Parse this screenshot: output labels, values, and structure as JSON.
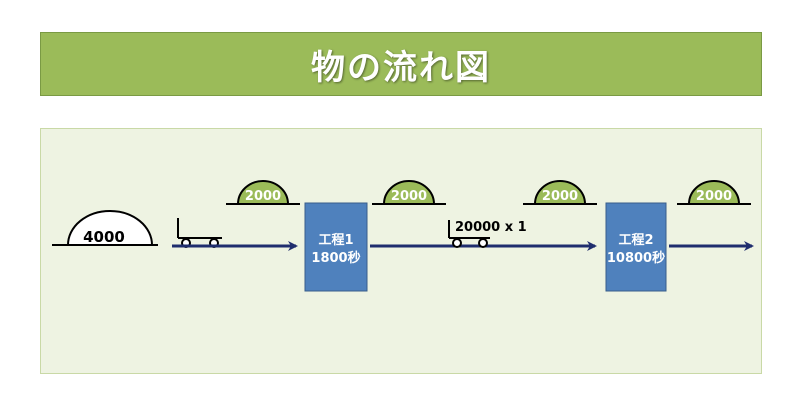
{
  "title": "物の流れ図",
  "colors": {
    "banner": "#9bbb59",
    "panel": "#eef3e2",
    "process_box": "#4f81bd",
    "arrow": "#1f2d6e",
    "inventory_fill": "#9bbb59"
  },
  "inventory": {
    "raw": "4000",
    "after_proc1_top": "2000",
    "after_proc1_mid": "2000",
    "after_proc2_left": "2000",
    "after_proc2_right": "2000"
  },
  "processes": [
    {
      "name": "工程1",
      "time": "1800秒"
    },
    {
      "name": "工程2",
      "time": "10800秒"
    }
  ],
  "transport_label": "20000 x 1"
}
